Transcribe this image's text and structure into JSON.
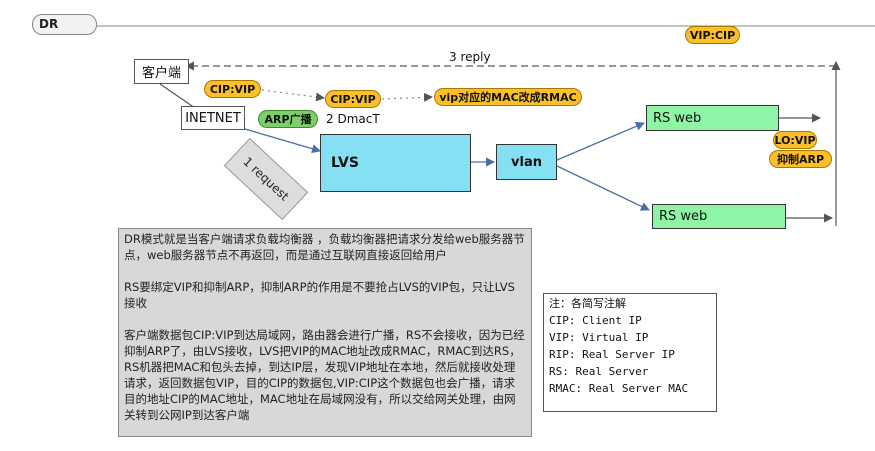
{
  "title": "DR",
  "nodes": {
    "client": "客户端",
    "internet": "INETNET",
    "lvs": "LVS",
    "vlan": "vlan",
    "rs1": "RS web",
    "rs2": "RS web"
  },
  "tags": {
    "cip_vip_1": "CIP:VIP",
    "cip_vip_2": "CIP:VIP",
    "vip_mac": "vip对应的MAC改成RMAC",
    "arp_broadcast": "ARP广播",
    "vip_cip": "VIP:CIP",
    "lo_vip": "LO:VIP",
    "suppress_arp": "抑制ARP"
  },
  "labels": {
    "reply": "3 reply",
    "dmac": "2 DmacT",
    "request": "1 request"
  },
  "description": [
    "DR模式就是当客户端请求负载均衡器 ，负载均衡器把请求分发给web服务器节点，web服务器节点不再返回，而是通过互联网直接返回给用户",
    "RS要绑定VIP和抑制ARP，抑制ARP的作用是不要抢占LVS的VIP包，只让LVS接收",
    "客户端数据包CIP:VIP到达局域网，路由器会进行广播，RS不会接收，因为已经抑制ARP了，由LVS接收，LVS把VIP的MAC地址改成RMAC，RMAC到达RS，RS机器把MAC和包头去掉，到达IP层，发现VIP地址在本地，然后就接收处理请求，返回数据包VIP，目的CIP的数据包,VIP:CIP这个数据包也会广播，请求目的地址CIP的MAC地址，MAC地址在局域网没有，所以交给网关处理，由网关转到公网IP到达客户端"
  ],
  "notes": [
    "注：各简写注解",
    "CIP: Client IP",
    "VIP: Virtual IP",
    "RIP: Real Server IP",
    "RS: Real Server",
    "RMAC: Real Server MAC"
  ],
  "colors": {
    "box_cyan": "#86e0f3",
    "box_green": "#8ff5a6",
    "pill_orange": "#fbbf2a",
    "pill_green": "#7bd06a",
    "arrow_blue": "#4a6fa5",
    "arrow_dark": "#555555"
  }
}
